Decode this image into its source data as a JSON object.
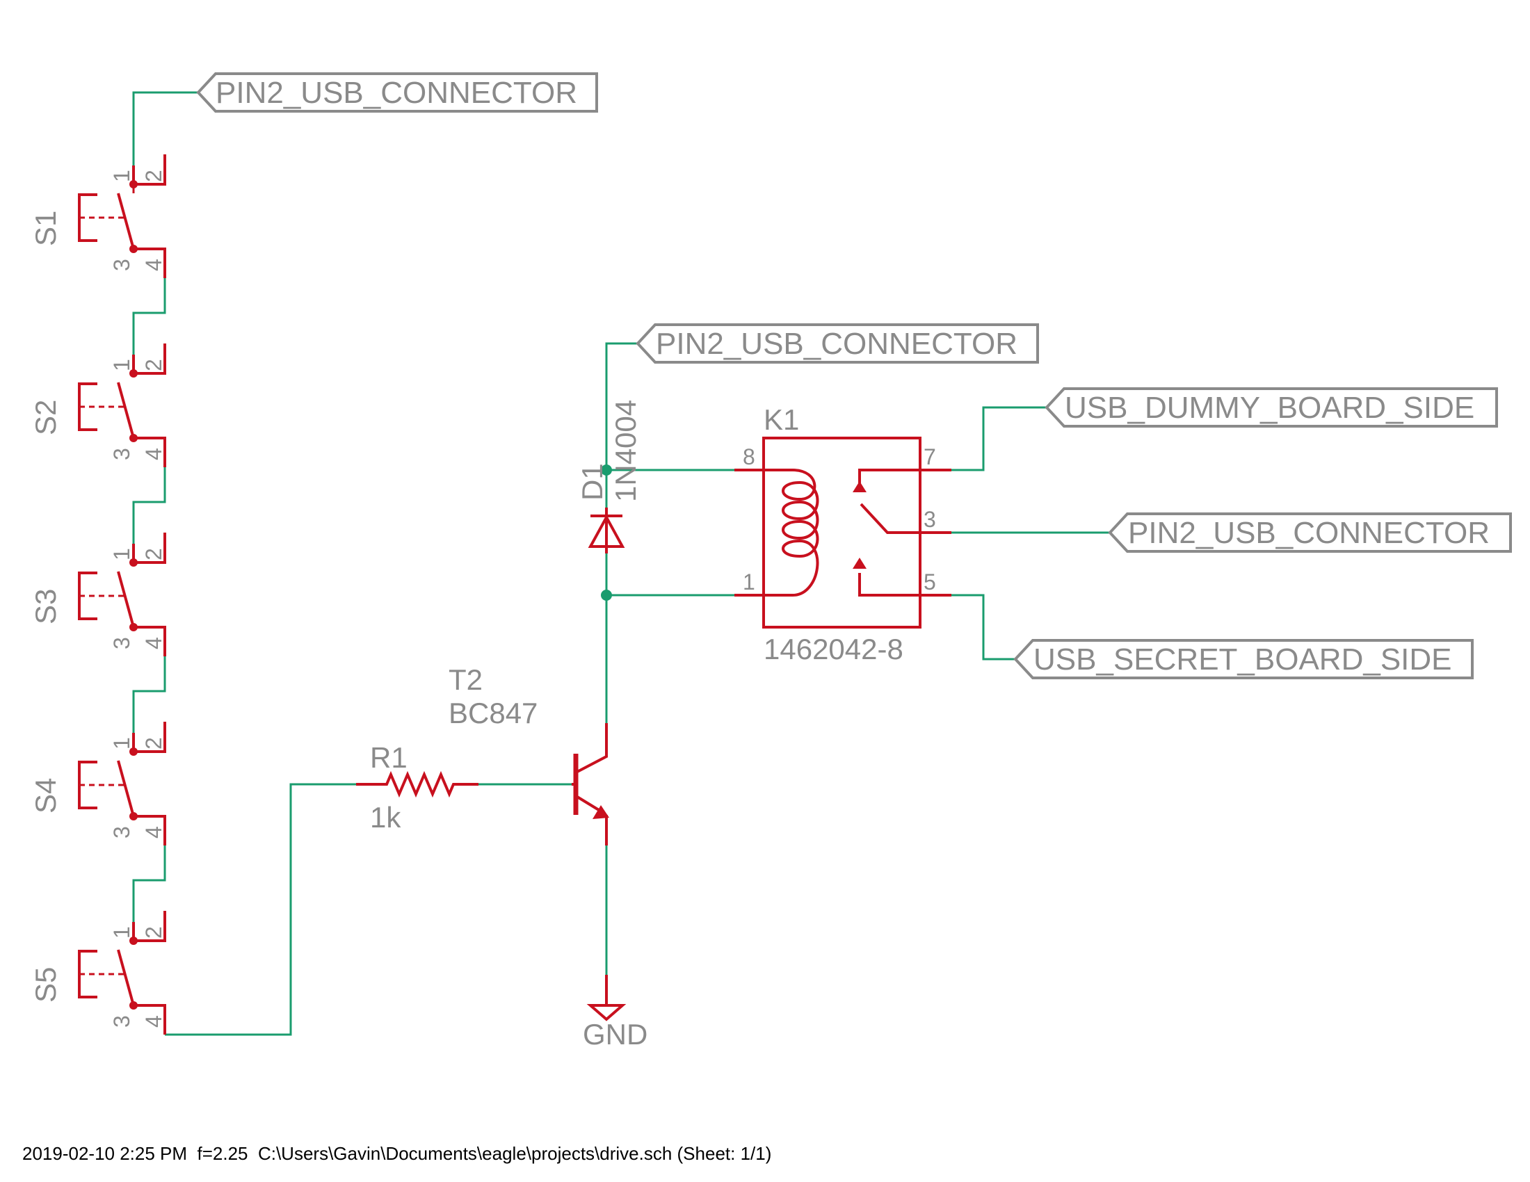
{
  "switches": [
    {
      "ref": "S1",
      "pin1": "1",
      "pin2": "2",
      "pin3": "3",
      "pin4": "4"
    },
    {
      "ref": "S2",
      "pin1": "1",
      "pin2": "2",
      "pin3": "3",
      "pin4": "4"
    },
    {
      "ref": "S3",
      "pin1": "1",
      "pin2": "2",
      "pin3": "3",
      "pin4": "4"
    },
    {
      "ref": "S4",
      "pin1": "1",
      "pin2": "2",
      "pin3": "3",
      "pin4": "4"
    },
    {
      "ref": "S5",
      "pin1": "1",
      "pin2": "2",
      "pin3": "3",
      "pin4": "4"
    }
  ],
  "net_labels": {
    "top_left": "PIN2_USB_CONNECTOR",
    "diode_top": "PIN2_USB_CONNECTOR",
    "relay_common": "PIN2_USB_CONNECTOR",
    "relay_nc": "USB_DUMMY_BOARD_SIDE",
    "relay_no": "USB_SECRET_BOARD_SIDE"
  },
  "diode": {
    "ref": "D1",
    "value": "1N4004"
  },
  "relay": {
    "ref": "K1",
    "value": "1462042-8",
    "pin8": "8",
    "pin1": "1",
    "pin7": "7",
    "pin3": "3",
    "pin5": "5"
  },
  "transistor": {
    "ref": "T2",
    "value": "BC847"
  },
  "resistor": {
    "ref": "R1",
    "value": "1k"
  },
  "ground": {
    "label": "GND"
  },
  "footer": {
    "text": "2019-02-10 2:25 PM  f=2.25  C:\\Users\\Gavin\\Documents\\eagle\\projects\\drive.sch (Sheet: 1/1)"
  },
  "colors": {
    "wire": "#1a9c6e",
    "part": "#c8101e",
    "label": "#8a8a8a"
  }
}
